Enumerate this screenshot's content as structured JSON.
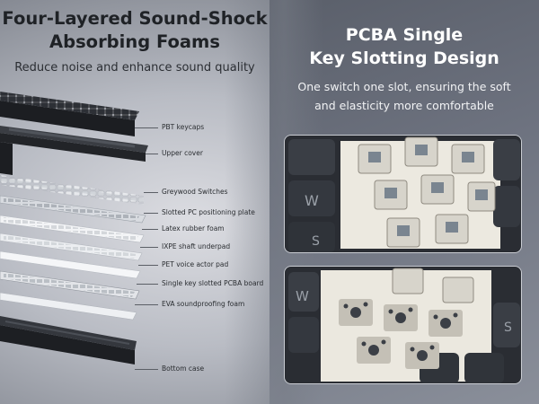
{
  "left_panel": {
    "title_line1": "Four-Layered Sound-Shock",
    "title_line2": "Absorbing Foams",
    "subtitle": "Reduce noise and enhance sound quality",
    "layers": [
      {
        "label": "PBT keycaps",
        "icon": "keycaps-layer"
      },
      {
        "label": "Upper cover",
        "icon": "upper-cover-layer"
      },
      {
        "label": "Greywood  Switches",
        "icon": "switches-layer"
      },
      {
        "label": "Slotted PC positioning plate",
        "icon": "plate-layer"
      },
      {
        "label": "Latex rubber foam",
        "icon": "foam-layer"
      },
      {
        "label": "IXPE shaft underpad",
        "icon": "underpad-layer"
      },
      {
        "label": "PET voice actor pad",
        "icon": "pet-pad-layer"
      },
      {
        "label": "Single key slotted PCBA board",
        "icon": "pcba-layer"
      },
      {
        "label": "EVA soundproofing foam",
        "icon": "eva-foam-layer"
      },
      {
        "label": "Bottom case",
        "icon": "bottom-case-layer"
      }
    ]
  },
  "right_panel": {
    "title_line1": "PCBA Single",
    "title_line2": "Key Slotting Design",
    "subtitle_line1": "One switch one slot, ensuring the soft",
    "subtitle_line2": "and elasticity  more comfortable",
    "photos": [
      {
        "icon": "switches-closeup-photo",
        "keycap_letters": [
          "W",
          "S"
        ]
      },
      {
        "icon": "pcba-slots-closeup-photo",
        "keycap_letters": [
          "W",
          "S"
        ]
      }
    ]
  },
  "colors": {
    "title_dark": "#1f2226",
    "title_light": "#ffffff",
    "keycap_dark": "#2a2d33",
    "switch_housing": "#d9d6cc",
    "pcb_white": "#ece9e0"
  }
}
